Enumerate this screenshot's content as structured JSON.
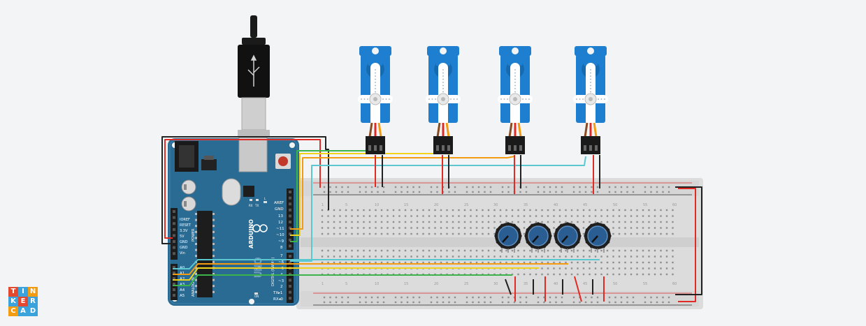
{
  "board": {
    "ioref": "IOREF",
    "reset": "RESET",
    "v33": "3.3V",
    "v5": "5V",
    "gnd": "GND",
    "vin": "Vin",
    "power": "POWER",
    "analog_in": "ANALOG IN",
    "analog_pins": [
      "A0",
      "A1",
      "A2",
      "A3",
      "A4",
      "A5"
    ],
    "aref": "AREF",
    "digital_top": [
      "GND",
      "13",
      "12",
      "~11",
      "~10",
      "~9",
      "8"
    ],
    "digital_bottom": [
      "7",
      "~6",
      "~5",
      "4",
      "~3",
      "2",
      "TX▸1",
      "RX◂0"
    ],
    "digital_label": "DIGITAL (PWM~)",
    "brand": "ARDUINO",
    "model": "UNO",
    "tx": "TX",
    "rx": "RX",
    "l": "L",
    "on": "ON"
  },
  "breadboard": {
    "column_numbers": [
      "1",
      "5",
      "10",
      "15",
      "20",
      "25",
      "30",
      "35",
      "40",
      "45",
      "50",
      "55",
      "60"
    ]
  },
  "colors": {
    "wire_red": "#e02b25",
    "wire_black": "#222222",
    "wire_green": "#3bb44a",
    "wire_yellow": "#f2d31b",
    "wire_orange": "#f39c12",
    "wire_cyan": "#5bc8d0",
    "board_blue": "#2a6b93",
    "servo_blue": "#1e7fd0",
    "pot_blue": "#2a5d92"
  },
  "components": {
    "servo_count": 4,
    "potentiometer_count": 4
  },
  "logo": {
    "letters": [
      "T",
      "I",
      "N",
      "K",
      "E",
      "R",
      "C",
      "A",
      "D"
    ],
    "colors": [
      "#e2492f",
      "#3aa3dc",
      "#f39c12",
      "#3aa3dc",
      "#e2492f",
      "#3aa3dc",
      "#f39c12",
      "#3aa3dc",
      "#3aa3dc"
    ]
  }
}
